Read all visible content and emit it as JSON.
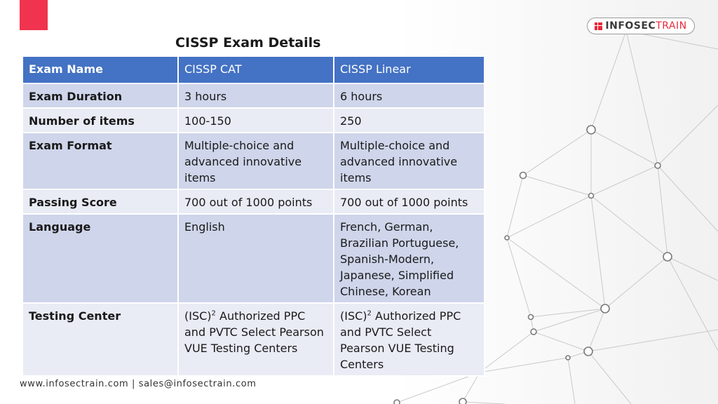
{
  "brand": {
    "logo_text_1": "INFOSEC",
    "logo_text_2": "TRAIN",
    "accent": "#e8293b",
    "table_header_color": "#4472c4"
  },
  "title": "CISSP Exam Details",
  "table": {
    "header": [
      "Exam Name",
      "CISSP CAT",
      "CISSP Linear"
    ],
    "rows": [
      {
        "label": "Exam Duration",
        "cat": "3 hours",
        "linear": "6 hours"
      },
      {
        "label": "Number of items",
        "cat": "100-150",
        "linear": "250"
      },
      {
        "label": "Exam Format",
        "cat": "Multiple-choice and advanced innovative items",
        "linear": "Multiple-choice and advanced innovative items"
      },
      {
        "label": "Passing Score",
        "cat": "700 out of 1000 points",
        "linear": "700 out of 1000 points"
      },
      {
        "label": "Language",
        "cat": "English",
        "linear": "French, German, Brazilian Portuguese, Spanish-Modern, Japanese, Simplified Chinese, Korean"
      },
      {
        "label": "Testing Center",
        "cat_prefix": "(ISC)",
        "cat_sup": "2",
        "cat_rest": " Authorized PPC and PVTC Select Pearson VUE Testing Centers",
        "linear_prefix": "(ISC)",
        "linear_sup": "2",
        "linear_rest": " Authorized PPC and PVTC Select Pearson VUE Testing Centers"
      }
    ]
  },
  "footer": "www.infosectrain.com | sales@infosectrain.com"
}
